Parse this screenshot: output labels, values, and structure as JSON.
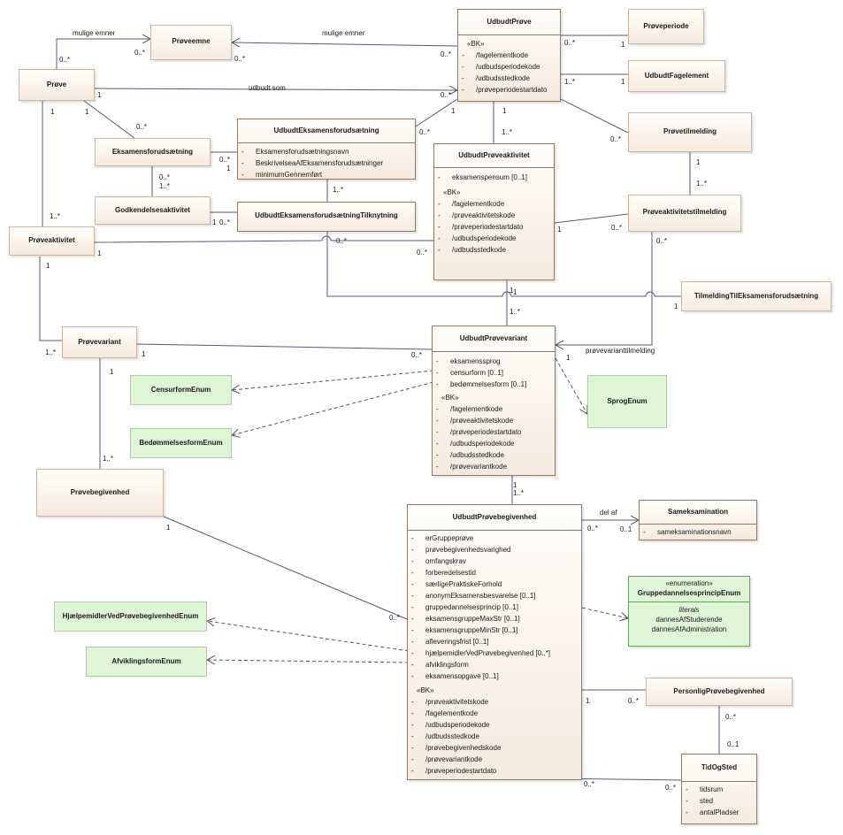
{
  "classes": {
    "proeveemne": "Prøveemne",
    "proeve": "Prøve",
    "eksamensforudsaetning": "Eksamensforudsætning",
    "godkendelsesaktivitet": "Godkendelsesaktivitet",
    "proeveaktivitet": "Prøveaktivitet",
    "proevevariant": "Prøvevariant",
    "proevebegivenhed": "Prøvebegivenhed",
    "proeveperiode": "Prøveperiode",
    "udbudtfagelement": "UdbudtFagelement",
    "proevetilmelding": "Prøvetilmelding",
    "proeveaktivitetstilmelding": "Prøveaktivitetstilmelding",
    "tilmeldingtileksamensforudsaetning": "TilmeldingTilEksamensforudsætning",
    "udbudteksamensforudsaetningtilknytning": "UdbudtEksamensforudsætningTilknytning",
    "personligproevebegivenhed": "PersonligPrøvebegivenhed",
    "censurformenum": "CensurformEnum",
    "bedoemmelsesformenum": "BedømmelsesformEnum",
    "sprogenum": "SprogEnum",
    "hjaelpemidlerenum": "HjælpemidlerVedPrøvebegivenhedEnum",
    "afviklingsformenum": "AfviklingsformEnum"
  },
  "udbudt_proeve": {
    "name": "UdbudtPrøve",
    "bk": "«BK»",
    "attributes": [
      "/fagelementkode",
      "/udbudsperiodekode",
      "/udbudsstedkode",
      "/prøveperiodestartdato"
    ]
  },
  "udbudt_eksamensforudsaetning": {
    "name": "UdbudtEksamensforudsætning",
    "attributes": [
      "Eksamensforudsætningsnavn",
      "BeskrivelseaAfEksamensforudsætninger",
      "minimumGennemført"
    ]
  },
  "udbudt_proeveaktivitet": {
    "name": "UdbudtPrøveaktivitet",
    "attributes": [
      "eksamenspensum [0..1]"
    ],
    "bk": "«BK»",
    "bk_attributes": [
      "/fagelementkode",
      "/prøveaktivitetskode",
      "/prøveperiodestartdato",
      "/udbudsperiodekode",
      "/udbudsstedkode"
    ]
  },
  "udbudt_proevevariant": {
    "name": "UdbudtPrøvevariant",
    "attributes": [
      "eksamenssprog",
      "censurform [0..1]",
      "bedømmelsesform [0..1]"
    ],
    "bk": "«BK»",
    "bk_attributes": [
      "/fagelementkode",
      "/prøveaktivitetskode",
      "/prøveperiodestartdato",
      "/udbudsperiodekode",
      "/udbudsstedkode",
      "/prøvevariantkode"
    ]
  },
  "udbudt_proevebegivenhed": {
    "name": "UdbudtPrøvebegivenhed",
    "attributes": [
      "erGruppeprøve",
      "prøvebegivenhedsvarighed",
      "omfangskrav",
      "forberedelsestid",
      "særligePraktiskeForhold",
      "anonymEksamensbesvarelse [0..1]",
      "gruppedannelsesprincip [0..1]",
      "eksamensgruppeMaxStr [0..1]",
      "eksamensgruppeMinStr [0..1]",
      "afleveringsfrist [0..1]",
      "hjælpemidlerVedPrøvebegivenhed [0..*]",
      "afviklingsform",
      "eksamensopgave [0..1]"
    ],
    "bk": "«BK»",
    "bk_attributes": [
      "/prøveaktivitetskode",
      "/fagelementkode",
      "/udbudsperiodekode",
      "/udbudsstedkode",
      "/prøvebegivenhedskode",
      "/prøvevariantkode",
      "/prøveperiodestartdato"
    ]
  },
  "sameksamination": {
    "name": "Sameksamination",
    "attributes": [
      "sameksaminationsnavn"
    ]
  },
  "gruppedannelsesprincip_enum": {
    "stereotype": "«enumeration»",
    "name": "GruppedannelsesprincipEnum",
    "literals_label": "literals",
    "literals": [
      "dannesAfStuderende",
      "dannesAfAdministration"
    ]
  },
  "tid_og_sted": {
    "name": "TidOgSted",
    "attributes": [
      "tidsrum",
      "sted",
      "antalPladser"
    ]
  },
  "visibility": "-",
  "labels": {
    "mulige_emner_left": "mulige emner",
    "mulige_emner_right": "mulige emner",
    "udbudt_som": "udbudt som",
    "del_af": "del af",
    "proevevarianttilmelding": "prøvevarianttilmelding"
  },
  "multiplicities": {
    "m_proeve_top": "0..*",
    "m_proeveemne_left": "0..*",
    "m_proeveemne_right": "0..*",
    "m_up_emne": "0..*",
    "m_up_periode": "0..*",
    "m_periode": "1",
    "m_up_fag": "1..*",
    "m_fag": "1",
    "m_proeve_udbudt": "1",
    "m_up_udbudt": "0..*",
    "m_up_bottom_left": "1",
    "m_up_bottom_mid": "1",
    "m_upa_top": "1..*",
    "m_up_tilm": "0..*",
    "m_ue_top": "0..*",
    "m_proeve_left": "1",
    "m_proeve_mid": "1",
    "m_ef_top": "0..*",
    "m_ef_right0": "0..*",
    "m_ef_right1": "1",
    "m_ef_bot0": "0..*",
    "m_ef_bot1": "1..*",
    "m_tilk_top": "1..*",
    "m_godk_1": "1",
    "m_godk_0": "0..*",
    "m_pa_top": "1..*",
    "m_pa_bot": "1",
    "m_pa_right": "1",
    "m_upa_left": "0..*",
    "m_loop_right": "0..*",
    "m_ptilm_1": "1",
    "m_ptilm_2": "1..*",
    "m_upa_right": "1",
    "m_pat_left": "0..*",
    "m_pat_bot": "0..*",
    "m_tilm_eks_1": "1",
    "m_tilm_eks_2": "1",
    "m_upa_bot": "1",
    "m_upv_top": "1..*",
    "m_pv_left": "1..*",
    "m_pv_right": "1",
    "m_upv_left": "0..*",
    "m_upv_sprog": "1",
    "m_pv_bot": "1",
    "m_pb_top": "1..*",
    "m_upv_bot": "1",
    "m_upb_top": "1..*",
    "m_pb_right": "1",
    "m_upb_left": "0..*",
    "m_upb_del": "0..*",
    "m_sam": "0..1",
    "m_upb_pers": "1",
    "m_pers": "0..*",
    "m_pers_bot": "0..*",
    "m_tid_top": "0..1",
    "m_upb_bot": "0..*",
    "m_tid_left": "0..*"
  }
}
